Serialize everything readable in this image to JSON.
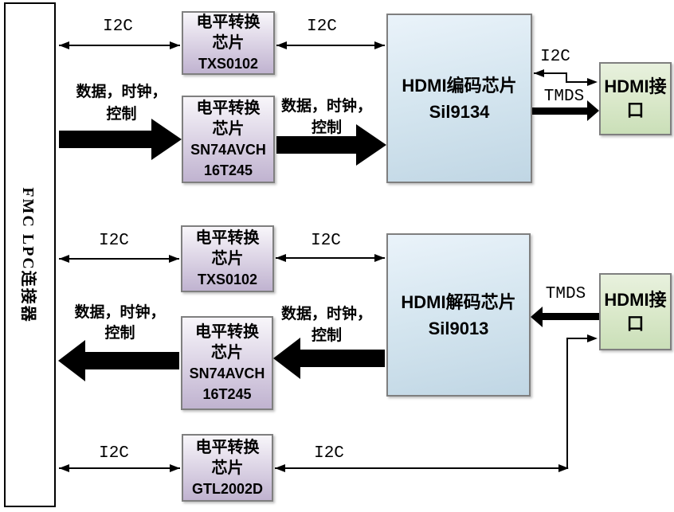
{
  "connector": {
    "label": "FMC LPC连接器"
  },
  "blocks": {
    "txs_top": {
      "lines": [
        "电平转换",
        "芯片",
        "TXS0102"
      ]
    },
    "sn74_top": {
      "lines": [
        "电平转换",
        "芯片",
        "SN74AVCH",
        "16T245"
      ]
    },
    "sil9134": {
      "lines": [
        "HDMI编码芯片",
        "Sil9134"
      ]
    },
    "hdmi_top": {
      "lines": [
        "HDMI接",
        "口"
      ]
    },
    "txs_bottom": {
      "lines": [
        "电平转换",
        "芯片",
        "TXS0102"
      ]
    },
    "sil9013": {
      "lines": [
        "HDMI解码芯片",
        "Sil9013"
      ]
    },
    "sn74_bottom": {
      "lines": [
        "电平转换",
        "芯片",
        "SN74AVCH",
        "16T245"
      ]
    },
    "gtl": {
      "lines": [
        "电平转换",
        "芯片",
        "GTL2002D"
      ]
    },
    "hdmi_bottom": {
      "lines": [
        "HDMI接",
        "口"
      ]
    }
  },
  "bus_labels": {
    "i2c": "I2C",
    "tmds": "TMDS",
    "data_clock_line1": "数据，时钟，",
    "data_clock_line2": "控制"
  },
  "colors": {
    "chip_fill_top": "#f8f6fa",
    "chip_fill_bottom": "#c0b3d0",
    "codec_fill_top": "#eaf3fa",
    "codec_fill_bottom": "#c0d6e4",
    "port_fill_top": "#e8f1de",
    "port_fill_bottom": "#cadfb8",
    "block_border": "#7f7f7f",
    "line": "#000000"
  }
}
